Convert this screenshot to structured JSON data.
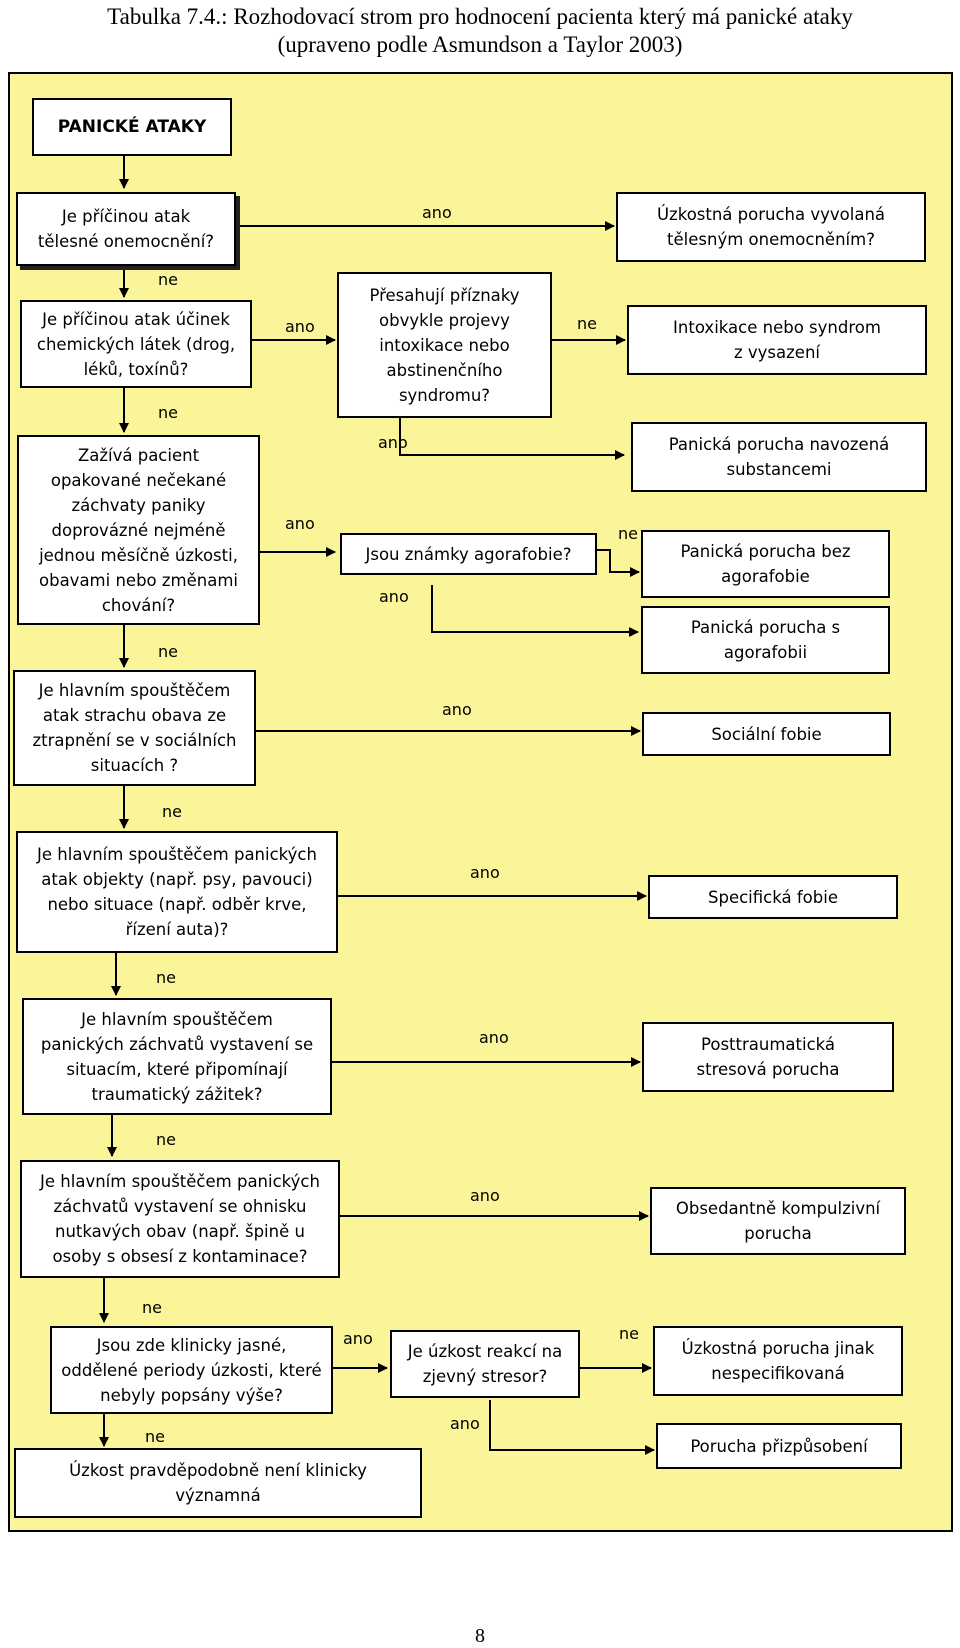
{
  "title": {
    "line1": "Tabulka 7.4.: Rozhodovací strom pro hodnocení pacienta který má panické ataky",
    "line2": "(upraveno podle Asmundson a Taylor 2003)"
  },
  "boxes": {
    "start": "PANICKÉ ATAKY",
    "q_somatic": "Je příčinou atak\ntělesné onemocnění?",
    "q_chemical": "Je příčinou atak účinek\nchemických látek (drog,\nléků, toxínů?",
    "q_recurrent": "Zažívá pacient\nopakované nečekané\nzáchvaty paniky\ndoprovázné nejméně\njednou měsíčně úzkosti,\nobavami nebo změnami\nchování?",
    "q_social": "Je hlavním spouštěčem\natak strachu obava ze\nztrapnění se v sociálních\nsituacích ?",
    "q_specific": "Je hlavním spouštěčem panických\natak objekty (např. psy, pavouci)\nnebo situace (např. odběr krve,\nřízení auta)?",
    "q_trauma": "Je hlavním spouštěčem\npanických záchvatů vystavení se\nsituacím, které připomínají\ntraumatický zážitek?",
    "q_ocd": "Je hlavním spouštěčem panických\nzáchvatů vystavení se ohnisku\nnutkavých obav (např. špině u\nosoby s obsesí z kontaminace?",
    "q_distinct": "Jsou zde klinicky jasné,\noddělené periody úzkosti, které\nnebyly popsány výše?",
    "q_exceed": "Přesahují příznaky\nobvykle projevy\nintoxikace nebo\nabstinenčního\nsyndromu?",
    "q_agoraphobia": "Jsou známky agorafobie?",
    "q_stressor": "Je úzkost reakcí na\nzjevný stresor?",
    "r_somatic": "Úzkostná porucha vyvolaná\ntělesným onemocněním?",
    "r_intox": "Intoxikace nebo syndrom\nz vysazení",
    "r_substance": "Panická porucha navozená\nsubstancemi",
    "r_no_agora": "Panická porucha bez\nagorafobie",
    "r_with_agora": "Panická porucha s\nagorafobii",
    "r_social": "Sociální fobie",
    "r_specific": "Specifická  fobie",
    "r_ptsd": "Posttraumatická\nstresová porucha",
    "r_ocd": "Obsedantně kompulzivní\nporucha",
    "r_nos": "Úzkostná porucha jinak\nnespecifikovaná",
    "r_adjust": "Porucha přizpůsobení",
    "r_not_clinical": "Úzkost pravděpodobně není klinicky\nvýznamná"
  },
  "labels": {
    "yes": "ano",
    "no": "ne"
  },
  "page_number": "8"
}
